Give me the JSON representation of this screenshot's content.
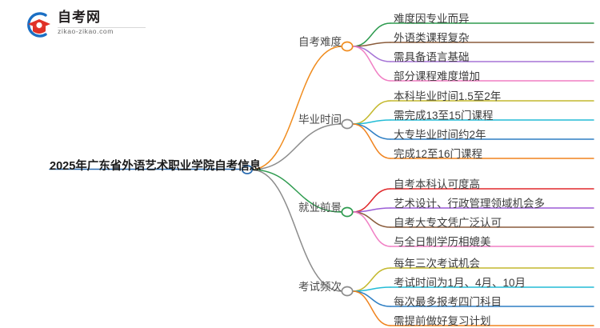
{
  "logo": {
    "title": "自考网",
    "domain": "zikao-zikao.com",
    "mark_blue": "#1b6fc4",
    "mark_red": "#e03127"
  },
  "mindmap": {
    "root": {
      "label": "2025年广东省外语艺术职业学院自考信息",
      "color": "#2b6cb0"
    },
    "branches": [
      {
        "label": "自考难度",
        "color": "#f08c1e",
        "leaves": [
          {
            "text": "难度因专业而异",
            "color": "#2e9b4f"
          },
          {
            "text": "外语类课程复杂",
            "color": "#8a5c3b"
          },
          {
            "text": "需具备语言基础",
            "color": "#a674d6"
          },
          {
            "text": "部分课程难度增加",
            "color": "#f07fc4"
          }
        ]
      },
      {
        "label": "毕业时间",
        "color": "#8c8c8c",
        "leaves": [
          {
            "text": "本科毕业时间1.5至2年",
            "color": "#c4b92e"
          },
          {
            "text": "需完成13至15门课程",
            "color": "#23bcd6"
          },
          {
            "text": "大专毕业时间约2年",
            "color": "#2f7fc4"
          },
          {
            "text": "完成12至16门课程",
            "color": "#f0831e"
          }
        ]
      },
      {
        "label": "就业前景",
        "color": "#2e9b4f",
        "leaves": [
          {
            "text": "自考本科认可度高",
            "color": "#e0282b"
          },
          {
            "text": "艺术设计、行政管理领域机会多",
            "color": "#9b5cd6"
          },
          {
            "text": "自考大专文凭广泛认可",
            "color": "#8a5c3b"
          },
          {
            "text": "与全日制学历相媲美",
            "color": "#f07fc4"
          }
        ]
      },
      {
        "label": "考试频次",
        "color": "#8c8c8c",
        "leaves": [
          {
            "text": "每年三次考试机会",
            "color": "#c4b92e"
          },
          {
            "text": "考试时间为1月、4月、10月",
            "color": "#23bcd6"
          },
          {
            "text": "每次最多报考四门科目",
            "color": "#2f7fc4"
          },
          {
            "text": "需提前做好复习计划",
            "color": "#f0831e"
          }
        ]
      }
    ]
  }
}
